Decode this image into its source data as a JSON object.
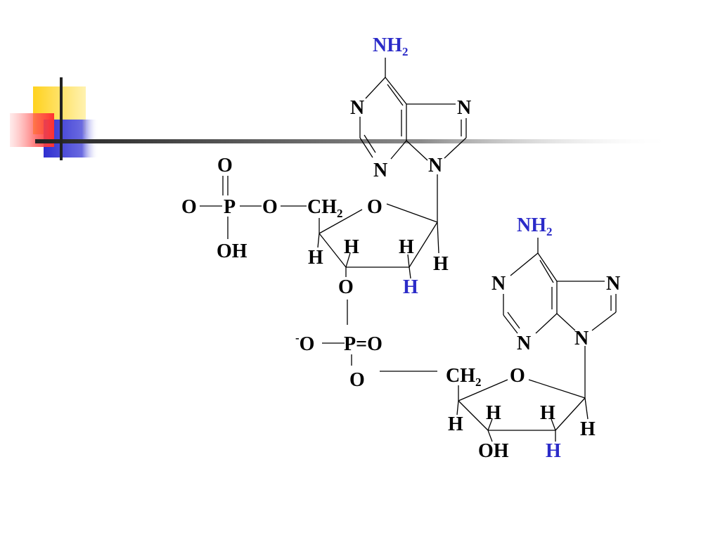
{
  "colors": {
    "highlight": "#2b2bc8",
    "ink": "#000000",
    "deco_yellow": "#ffd21e",
    "deco_red": "#ff4040",
    "deco_blue": "#3232d2",
    "deco_line": "#333333"
  },
  "molecule": {
    "upper_nucleotide": {
      "adenine": {
        "amino_main": "NH",
        "amino_sub": "2",
        "n1": "N",
        "n3": "N",
        "n7": "N",
        "n9": "N"
      },
      "phosphate": {
        "o_top": "O",
        "o_left": "O",
        "p": "P",
        "o_bridge": "O",
        "oh": "OH"
      },
      "sugar": {
        "ch2_main": "CH",
        "ch2_sub": "2",
        "ring_o": "O",
        "h_c4": "H",
        "h_c3": "H",
        "h_c2": "H",
        "h_c1": "H",
        "h_c2_blue": "H",
        "o3": "O"
      }
    },
    "linker_phosphate": {
      "charge": "-",
      "o_minus": "O",
      "p": "P",
      "eq": "=",
      "o_double": "O",
      "o_lower": "O"
    },
    "lower_nucleotide": {
      "adenine": {
        "amino_main": "NH",
        "amino_sub": "2",
        "n1": "N",
        "n3": "N",
        "n7": "N",
        "n9": "N"
      },
      "sugar": {
        "ch2_main": "CH",
        "ch2_sub": "2",
        "ring_o": "O",
        "h_c4": "H",
        "h_c3": "H",
        "h_c2": "H",
        "h_c1": "H",
        "oh3": "OH",
        "h_c2_blue": "H"
      }
    }
  }
}
